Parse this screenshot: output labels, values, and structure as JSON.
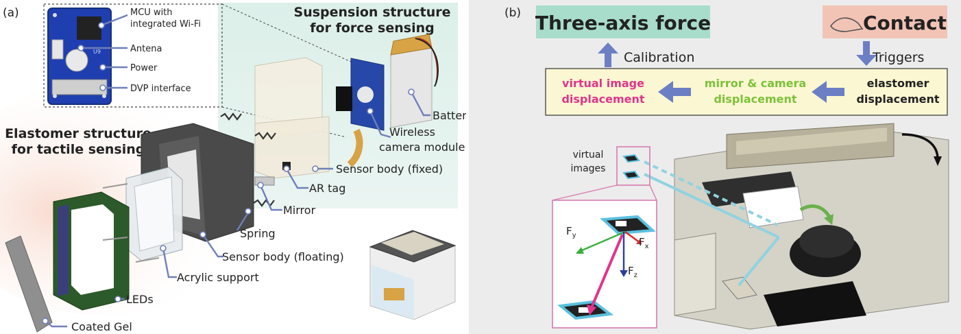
{
  "panel_a": {
    "tag": "(a)",
    "suspension_title_1": "Suspension structure",
    "suspension_title_2": "for force sensing",
    "elastomer_title_1": "Elastomer structure",
    "elastomer_title_2": "for tactile sensing",
    "pcb_labels": {
      "mcu_1": "MCU with",
      "mcu_2": "integrated Wi-Fi",
      "antenna": "Antena",
      "power": "Power",
      "dvp": "DVP interface"
    },
    "callouts": {
      "battery": "Battery",
      "wireless_1": "Wireless",
      "wireless_2": "camera module",
      "sensor_body_fixed": "Sensor body (fixed)",
      "ar_tag": "AR tag",
      "mirror": "Mirror",
      "spring": "Spring",
      "sensor_body_floating": "Sensor body (floating)",
      "acrylic_support": "Acrylic support",
      "leds": "LEDs",
      "coated_gel": "Coated Gel"
    },
    "chip_marking": "U9"
  },
  "panel_b": {
    "tag": "(b)",
    "force_title": "Three-axis force",
    "contact_title": "Contact",
    "calibration": "Calibration",
    "triggers": "Triggers",
    "virtual_image_disp_1": "virtual image",
    "virtual_image_disp_2": "displacement",
    "mirror_camera_disp_1": "mirror & camera",
    "mirror_camera_disp_2": "displacement",
    "elastomer_disp_1": "elastomer",
    "elastomer_disp_2": "displacement",
    "virtual_images_1": "virtual",
    "virtual_images_2": "images",
    "fy": "F",
    "fy_sub": "y",
    "fx": "F",
    "fx_sub": "x",
    "fz": "F",
    "fz_sub": "z"
  },
  "colors": {
    "arrow_blue": "#6c7fc4",
    "force_box": "#a8dccb",
    "contact_box": "#f2c4b5",
    "flow_box": "#fbf7d2",
    "virtual_text": "#e0358b",
    "mirror_text": "#7cc13a",
    "panel_b_bg": "#ececec"
  }
}
